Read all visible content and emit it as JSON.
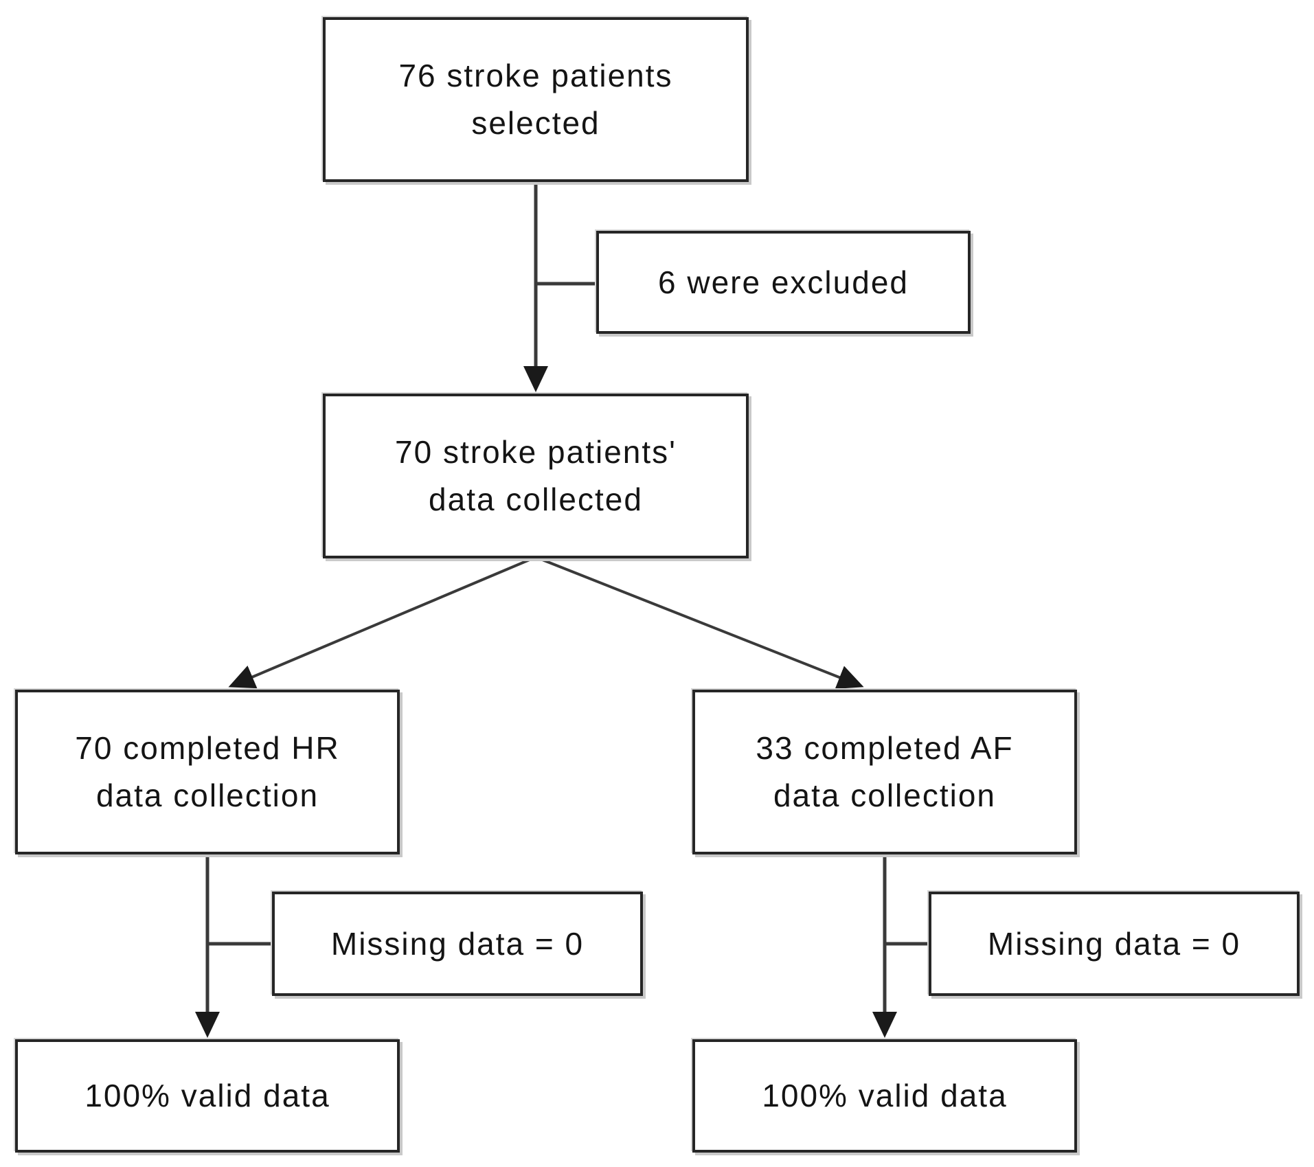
{
  "diagram": {
    "type": "flowchart",
    "nodes": {
      "selected": "76 stroke patients\nselected",
      "excluded": "6 were excluded",
      "collected": "70 stroke patients'\ndata collected",
      "hr": "70 completed HR\ndata collection",
      "af": "33 completed AF\ndata collection",
      "missing_hr": "Missing data = 0",
      "missing_af": "Missing data = 0",
      "valid_hr": "100% valid data",
      "valid_af": "100% valid data"
    },
    "edges": [
      "76 stroke patients selected -> 70 stroke patients' data collected",
      "76 stroke patients selected -> 6 were excluded (side branch)",
      "70 stroke patients' data collected -> 70 completed HR data collection",
      "70 stroke patients' data collected -> 33 completed AF data collection",
      "70 completed HR data collection -> Missing data = 0 (side branch)",
      "70 completed HR data collection -> 100% valid data",
      "33 completed AF data collection -> Missing data = 0 (side branch)",
      "33 completed AF data collection -> 100% valid data"
    ],
    "colors": {
      "background": "#ffffff",
      "border": "#262626",
      "line": "#3a3a3a",
      "arrow": "#1a1a1a",
      "text": "#141414"
    }
  }
}
